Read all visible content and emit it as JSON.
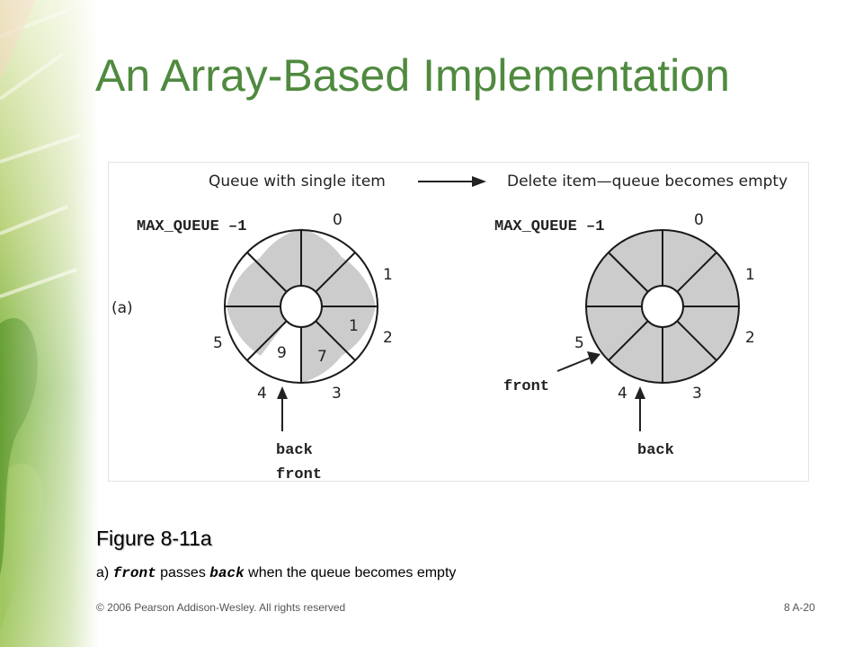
{
  "slide": {
    "title": "An Array-Based Implementation",
    "caption_title": "Figure 8-11a",
    "caption_prefix": "a) ",
    "caption_front": "front",
    "caption_mid": " passes ",
    "caption_back": "back",
    "caption_suffix": " when the queue becomes empty",
    "footer_left": "© 2006 Pearson Addison-Wesley. All rights reserved",
    "footer_right": "8 A-20"
  },
  "diagram": {
    "part_label": "(a)",
    "left_heading": "Queue with single item",
    "right_heading": "Delete item—queue becomes empty",
    "colors": {
      "filled": "#cccccc",
      "empty": "#ffffff",
      "stroke": "#1a1a1a"
    },
    "left_queue": {
      "max_label": "MAX_QUEUE –1",
      "index_labels": [
        "0",
        "1",
        "2",
        "3",
        "4",
        "5"
      ],
      "items": [
        "1",
        "7",
        "9"
      ],
      "pointer_back": "back",
      "pointer_front": "front"
    },
    "right_queue": {
      "max_label": "MAX_QUEUE –1",
      "index_labels": [
        "0",
        "1",
        "2",
        "3",
        "4",
        "5"
      ],
      "pointer_front": "front",
      "pointer_back": "back"
    }
  }
}
